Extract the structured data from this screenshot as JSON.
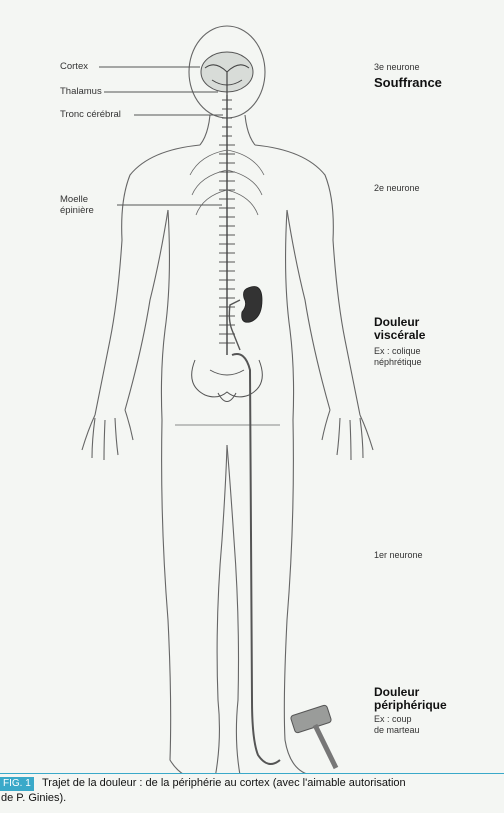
{
  "labels_left": {
    "cortex": "Cortex",
    "thalamus": "Thalamus",
    "tronc": "Tronc cérébral",
    "moelle": "Moelle\népinière"
  },
  "labels_right": {
    "neurone3": "3e neurone",
    "souffrance": "Souffrance",
    "neurone2": "2e neurone",
    "douleur_viscerale": "Douleur\nviscérale",
    "ex_viscerale": "Ex : colique\nnéphrétique",
    "neurone1": "1er neurone",
    "douleur_peripherique": "Douleur\npériphérique",
    "ex_peripherique": "Ex : coup\nde marteau"
  },
  "caption": {
    "fig_label": "FIG. 1",
    "line1": "Trajet de la douleur : de la périphérie au cortex (avec l'aimable autorisation",
    "line2": "de P. Ginies)."
  },
  "colors": {
    "caption_accent": "#3aa9c9",
    "line": "#555555",
    "kidney": "#333333"
  }
}
